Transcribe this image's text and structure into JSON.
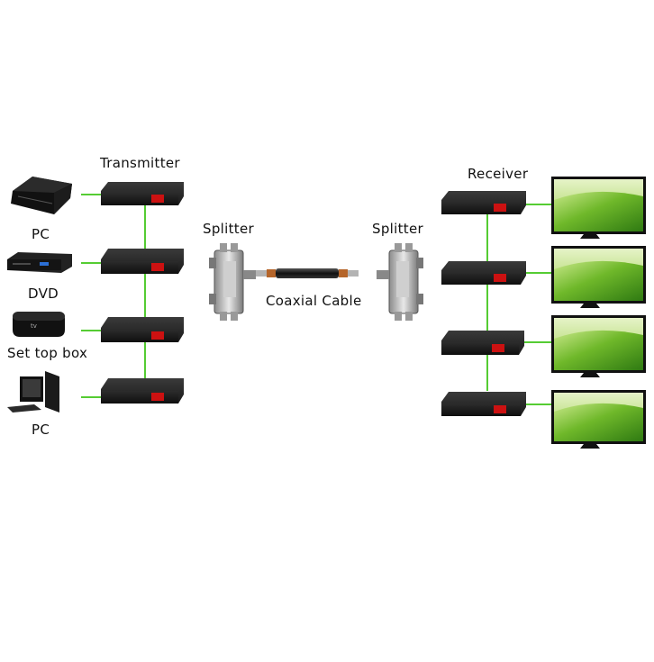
{
  "labels": {
    "transmitter": "Transmitter",
    "receiver": "Receiver",
    "splitter_left": "Splitter",
    "splitter_right": "Splitter",
    "coaxial_cable": "Coaxial Cable"
  },
  "sources": [
    {
      "label": "PC",
      "icon": "game-console-icon"
    },
    {
      "label": "DVD",
      "icon": "dvd-player-icon"
    },
    {
      "label": "Set top box",
      "icon": "set-top-box-icon"
    },
    {
      "label": "PC",
      "icon": "desktop-pc-icon"
    }
  ],
  "colors": {
    "link": "#55cc33",
    "device": "#2a2a2a",
    "display_led": "#cc1111"
  }
}
